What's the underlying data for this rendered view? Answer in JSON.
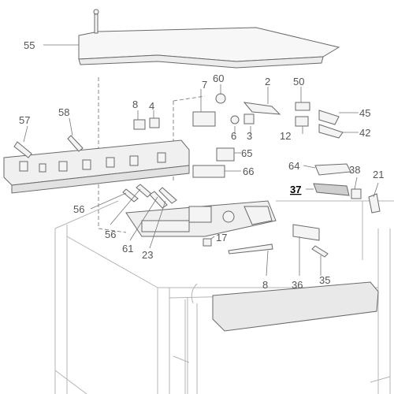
{
  "labels": [
    {
      "id": "55",
      "text": "55"
    },
    {
      "id": "7",
      "text": "7"
    },
    {
      "id": "60",
      "text": "60"
    },
    {
      "id": "2",
      "text": "2"
    },
    {
      "id": "50",
      "text": "50"
    },
    {
      "id": "8a",
      "text": "8"
    },
    {
      "id": "4",
      "text": "4"
    },
    {
      "id": "45",
      "text": "45"
    },
    {
      "id": "57",
      "text": "57"
    },
    {
      "id": "58",
      "text": "58"
    },
    {
      "id": "6",
      "text": "6"
    },
    {
      "id": "3",
      "text": "3"
    },
    {
      "id": "12",
      "text": "12"
    },
    {
      "id": "42",
      "text": "42"
    },
    {
      "id": "65",
      "text": "65"
    },
    {
      "id": "64",
      "text": "64"
    },
    {
      "id": "38",
      "text": "38"
    },
    {
      "id": "21",
      "text": "21"
    },
    {
      "id": "66",
      "text": "66"
    },
    {
      "id": "37",
      "text": "37",
      "highlight": true
    },
    {
      "id": "56a",
      "text": "56"
    },
    {
      "id": "56b",
      "text": "56"
    },
    {
      "id": "61",
      "text": "61"
    },
    {
      "id": "17",
      "text": "17"
    },
    {
      "id": "23",
      "text": "23"
    },
    {
      "id": "8b",
      "text": "8"
    },
    {
      "id": "36",
      "text": "36"
    },
    {
      "id": "35",
      "text": "35"
    }
  ]
}
